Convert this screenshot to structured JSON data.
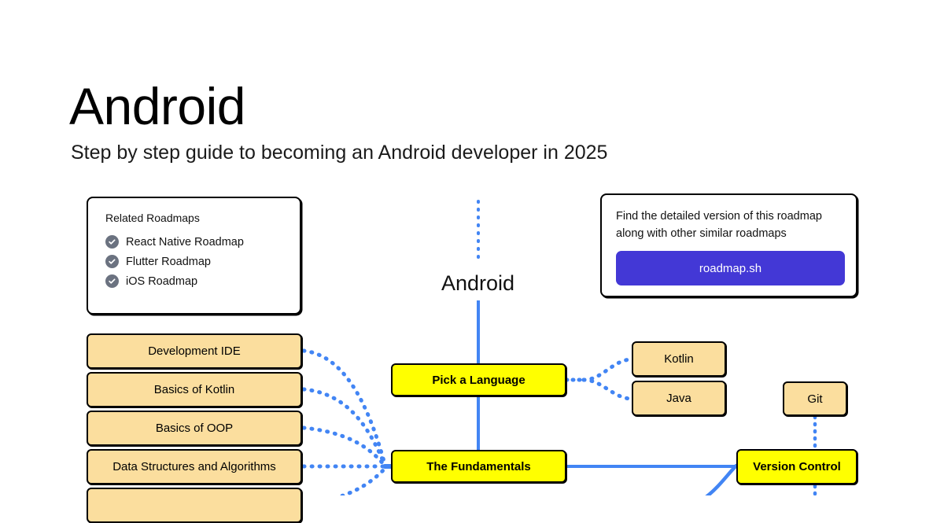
{
  "header": {
    "title": "Android",
    "subtitle": "Step by step guide to becoming an Android developer in 2025"
  },
  "root": {
    "label": "Android"
  },
  "related_panel": {
    "heading": "Related Roadmaps",
    "items": [
      {
        "label": "React Native Roadmap",
        "icon": "check-circle-icon"
      },
      {
        "label": "Flutter Roadmap",
        "icon": "check-circle-icon"
      },
      {
        "label": "iOS Roadmap",
        "icon": "check-circle-icon"
      }
    ]
  },
  "cta_panel": {
    "text": "Find the detailed version of this roadmap along with other similar roadmaps",
    "button_label": "roadmap.sh",
    "button_color": "#4338D6"
  },
  "left_column": {
    "nodes": [
      {
        "label": "Development IDE"
      },
      {
        "label": "Basics of Kotlin"
      },
      {
        "label": "Basics of OOP"
      },
      {
        "label": "Data Structures and Algorithms"
      },
      {
        "label": ""
      }
    ]
  },
  "center_column": {
    "nodes": [
      {
        "label": "Pick a Language"
      },
      {
        "label": "The Fundamentals"
      }
    ]
  },
  "language_branch": {
    "nodes": [
      {
        "label": "Kotlin"
      },
      {
        "label": "Java"
      }
    ]
  },
  "version_control_branch": {
    "child": {
      "label": "Git"
    },
    "node": {
      "label": "Version Control"
    }
  },
  "colors": {
    "primary_node": "#FFFF00",
    "secondary_node": "#FBDE9E",
    "connector": "#4285F4",
    "accent": "#4338D6",
    "badge": "#6B7280",
    "background": "#FFFFFF"
  }
}
